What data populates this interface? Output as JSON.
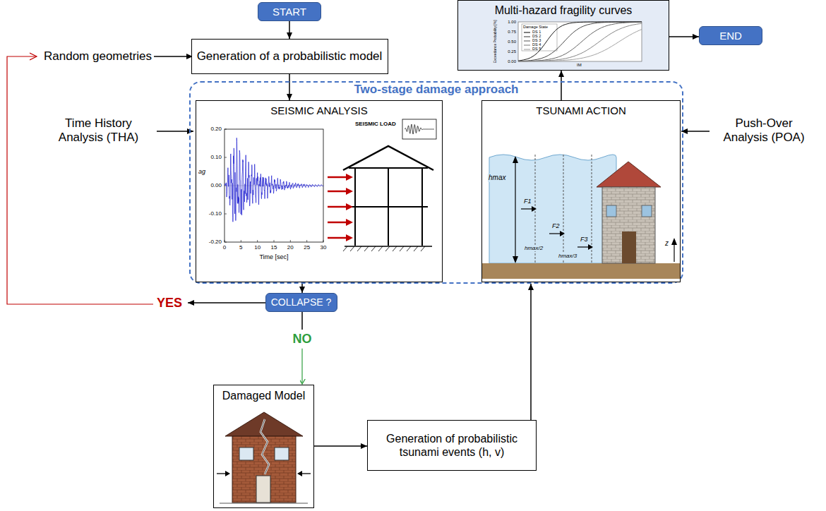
{
  "diagram": {
    "nodes": [
      {
        "text": [
          "START"
        ]
      },
      {
        "text": [
          "Generation of a probabilistic model"
        ]
      },
      {
        "text": [
          "Multi-hazard fragility curves"
        ]
      },
      {
        "text": [
          "END"
        ]
      },
      {
        "text": [
          "Two-stage damage approach"
        ]
      },
      {
        "text": [
          "SEISMIC ANALYSIS"
        ],
        "in": 4
      },
      {
        "text": [
          "TSUNAMI ACTION"
        ],
        "in": 4
      },
      {
        "text": [
          "COLLAPSE ?"
        ]
      },
      {
        "text": [
          "Damaged Model"
        ]
      },
      {
        "text": [
          "Generation of probabilistic tsunami events (h, v)"
        ]
      }
    ],
    "edges": [
      {
        "from": 0,
        "to": 1,
        "arrow": "to"
      },
      {
        "from": 1,
        "to": 5,
        "arrow": "to"
      },
      {
        "from": 6,
        "to": 2,
        "arrow": "to"
      },
      {
        "from": 2,
        "to": 3,
        "arrow": "to"
      },
      {
        "from": 4,
        "to": 7,
        "arrow": "to"
      },
      {
        "from": 7,
        "to": 8,
        "arrow": "to",
        "label": "NO"
      },
      {
        "from": 8,
        "to": 9,
        "arrow": "to"
      },
      {
        "from": 9,
        "to": 4,
        "arrow": "to"
      }
    ],
    "labels": [
      "Random geometries",
      "Time History Analysis (THA)",
      "Push-Over Analysis (POA)",
      "YES",
      "SEISMIC LOAD",
      "ag",
      "0.20",
      "0.10",
      "0.00",
      "-0.10",
      "-0.20",
      "0",
      "5",
      "10",
      "15",
      "20",
      "25",
      "30",
      "Time [sec]",
      "hmax",
      "F1",
      "F2",
      "F3",
      "hmax/2",
      "hmax/3",
      "z",
      "Damage State",
      "Exceedance Probability [%]",
      "0.00",
      "0.25",
      "0.50",
      "0.75",
      "1.00",
      "IM"
    ],
    "legend": [
      {
        "text": "DS 1"
      },
      {
        "text": "DS 2"
      },
      {
        "text": "DS 3"
      },
      {
        "text": "DS 4"
      },
      {
        "text": "DS 5"
      }
    ]
  }
}
